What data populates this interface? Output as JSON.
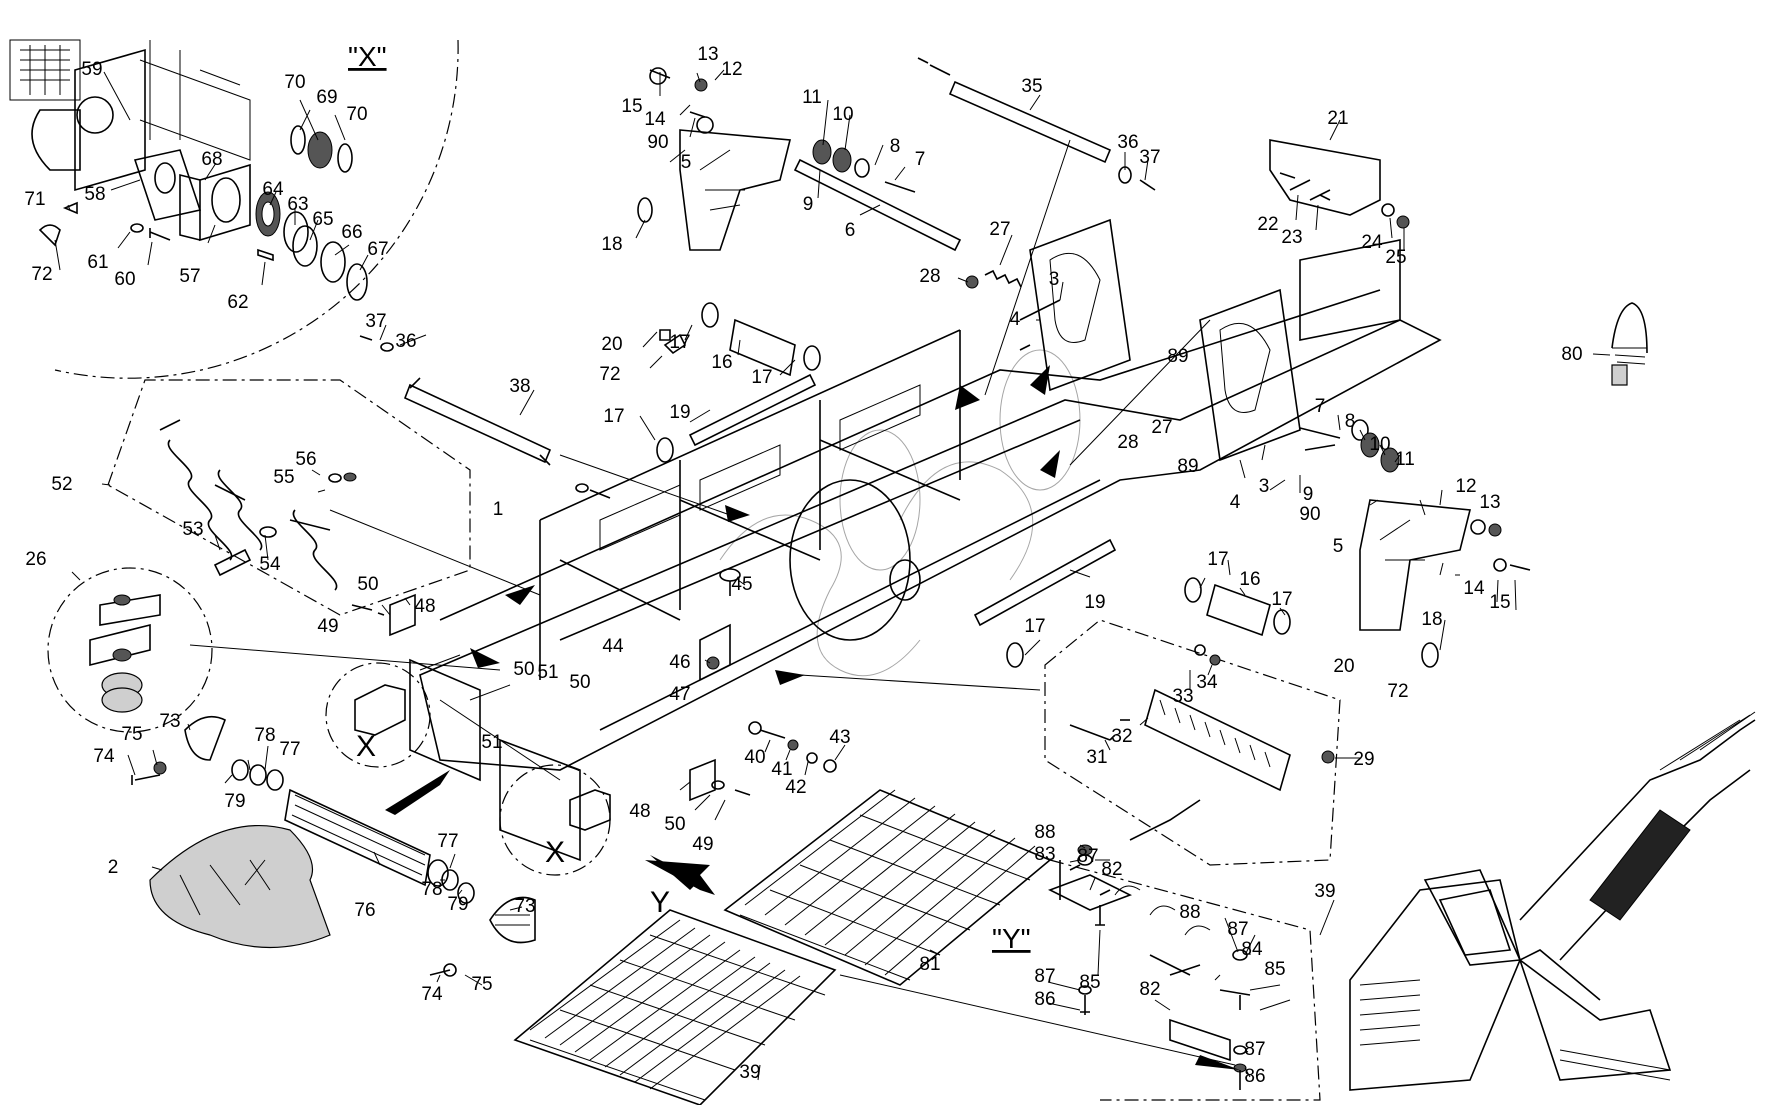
{
  "view_titles": {
    "detail_x": "\"X\"",
    "detail_y": "\"Y\"",
    "marker_x_upper": "X",
    "marker_x_lower": "X",
    "marker_y": "Y"
  },
  "callouts": [
    {
      "id": "c59",
      "text": "59"
    },
    {
      "id": "c70a",
      "text": "70"
    },
    {
      "id": "c69",
      "text": "69"
    },
    {
      "id": "c70b",
      "text": "70"
    },
    {
      "id": "c68",
      "text": "68"
    },
    {
      "id": "c58",
      "text": "58"
    },
    {
      "id": "c64",
      "text": "64"
    },
    {
      "id": "c63",
      "text": "63"
    },
    {
      "id": "c65",
      "text": "65"
    },
    {
      "id": "c66",
      "text": "66"
    },
    {
      "id": "c67",
      "text": "67"
    },
    {
      "id": "c71",
      "text": "71"
    },
    {
      "id": "c72a",
      "text": "72"
    },
    {
      "id": "c61",
      "text": "61"
    },
    {
      "id": "c60",
      "text": "60"
    },
    {
      "id": "c57",
      "text": "57"
    },
    {
      "id": "c62",
      "text": "62"
    },
    {
      "id": "c13a",
      "text": "13"
    },
    {
      "id": "c12a",
      "text": "12"
    },
    {
      "id": "c15a",
      "text": "15"
    },
    {
      "id": "c14a",
      "text": "14"
    },
    {
      "id": "c90a",
      "text": "90"
    },
    {
      "id": "c11a",
      "text": "11"
    },
    {
      "id": "c10a",
      "text": "10"
    },
    {
      "id": "c8a",
      "text": "8"
    },
    {
      "id": "c7a",
      "text": "7"
    },
    {
      "id": "c9a",
      "text": "9"
    },
    {
      "id": "c5a",
      "text": "5"
    },
    {
      "id": "c6",
      "text": "6"
    },
    {
      "id": "c18a",
      "text": "18"
    },
    {
      "id": "c35",
      "text": "35"
    },
    {
      "id": "c36a",
      "text": "36"
    },
    {
      "id": "c37a",
      "text": "37"
    },
    {
      "id": "c21",
      "text": "21"
    },
    {
      "id": "c22",
      "text": "22"
    },
    {
      "id": "c23",
      "text": "23"
    },
    {
      "id": "c24",
      "text": "24"
    },
    {
      "id": "c25",
      "text": "25"
    },
    {
      "id": "c27a",
      "text": "27"
    },
    {
      "id": "c28a",
      "text": "28"
    },
    {
      "id": "c3a",
      "text": "3"
    },
    {
      "id": "c4a",
      "text": "4"
    },
    {
      "id": "c89a",
      "text": "89"
    },
    {
      "id": "c27b",
      "text": "27"
    },
    {
      "id": "c28b",
      "text": "28"
    },
    {
      "id": "c89b",
      "text": "89"
    },
    {
      "id": "c80",
      "text": "80"
    },
    {
      "id": "c37b",
      "text": "37"
    },
    {
      "id": "c36b",
      "text": "36"
    },
    {
      "id": "c38",
      "text": "38"
    },
    {
      "id": "c20a",
      "text": "20"
    },
    {
      "id": "c17a",
      "text": "17"
    },
    {
      "id": "c16a",
      "text": "16"
    },
    {
      "id": "c17b",
      "text": "17"
    },
    {
      "id": "c72b",
      "text": "72"
    },
    {
      "id": "c17c",
      "text": "17"
    },
    {
      "id": "c19a",
      "text": "19"
    },
    {
      "id": "c7b",
      "text": "7"
    },
    {
      "id": "c8b",
      "text": "8"
    },
    {
      "id": "c10b",
      "text": "10"
    },
    {
      "id": "c11b",
      "text": "11"
    },
    {
      "id": "c9b",
      "text": "9"
    },
    {
      "id": "c4b",
      "text": "4"
    },
    {
      "id": "c3b",
      "text": "3"
    },
    {
      "id": "c12b",
      "text": "12"
    },
    {
      "id": "c13b",
      "text": "13"
    },
    {
      "id": "c90b",
      "text": "90"
    },
    {
      "id": "c5b",
      "text": "5"
    },
    {
      "id": "c14b",
      "text": "14"
    },
    {
      "id": "c15b",
      "text": "15"
    },
    {
      "id": "c52",
      "text": "52"
    },
    {
      "id": "c56",
      "text": "56"
    },
    {
      "id": "c55",
      "text": "55"
    },
    {
      "id": "c53",
      "text": "53"
    },
    {
      "id": "c54",
      "text": "54"
    },
    {
      "id": "c1",
      "text": "1"
    },
    {
      "id": "c26",
      "text": "26"
    },
    {
      "id": "c50a",
      "text": "50"
    },
    {
      "id": "c48a",
      "text": "48"
    },
    {
      "id": "c49a",
      "text": "49"
    },
    {
      "id": "c45",
      "text": "45"
    },
    {
      "id": "c17d",
      "text": "17"
    },
    {
      "id": "c16b",
      "text": "16"
    },
    {
      "id": "c17e",
      "text": "17"
    },
    {
      "id": "c19b",
      "text": "19"
    },
    {
      "id": "c17f",
      "text": "17"
    },
    {
      "id": "c18b",
      "text": "18"
    },
    {
      "id": "c20b",
      "text": "20"
    },
    {
      "id": "c72c",
      "text": "72"
    },
    {
      "id": "c44",
      "text": "44"
    },
    {
      "id": "c46",
      "text": "46"
    },
    {
      "id": "c47",
      "text": "47"
    },
    {
      "id": "c50b",
      "text": "50"
    },
    {
      "id": "c51a",
      "text": "51"
    },
    {
      "id": "c50c",
      "text": "50"
    },
    {
      "id": "c51b",
      "text": "51"
    },
    {
      "id": "c33",
      "text": "33"
    },
    {
      "id": "c34",
      "text": "34"
    },
    {
      "id": "c32",
      "text": "32"
    },
    {
      "id": "c31",
      "text": "31"
    },
    {
      "id": "c29",
      "text": "29"
    },
    {
      "id": "c40",
      "text": "40"
    },
    {
      "id": "c41",
      "text": "41"
    },
    {
      "id": "c43",
      "text": "43"
    },
    {
      "id": "c42",
      "text": "42"
    },
    {
      "id": "c48b",
      "text": "48"
    },
    {
      "id": "c50d",
      "text": "50"
    },
    {
      "id": "c49b",
      "text": "49"
    },
    {
      "id": "c73a",
      "text": "73"
    },
    {
      "id": "c74a",
      "text": "74"
    },
    {
      "id": "c75a",
      "text": "75"
    },
    {
      "id": "c78a",
      "text": "78"
    },
    {
      "id": "c77a",
      "text": "77"
    },
    {
      "id": "c79a",
      "text": "79"
    },
    {
      "id": "c2",
      "text": "2"
    },
    {
      "id": "c76",
      "text": "76"
    },
    {
      "id": "c77b",
      "text": "77"
    },
    {
      "id": "c78b",
      "text": "78"
    },
    {
      "id": "c79b",
      "text": "79"
    },
    {
      "id": "c73b",
      "text": "73"
    },
    {
      "id": "c74b",
      "text": "74"
    },
    {
      "id": "c75b",
      "text": "75"
    },
    {
      "id": "c88a",
      "text": "88"
    },
    {
      "id": "c83",
      "text": "83"
    },
    {
      "id": "c87a",
      "text": "87"
    },
    {
      "id": "c82a",
      "text": "82"
    },
    {
      "id": "c39a",
      "text": "39"
    },
    {
      "id": "c88b",
      "text": "88"
    },
    {
      "id": "c87b",
      "text": "87"
    },
    {
      "id": "c84",
      "text": "84"
    },
    {
      "id": "c81",
      "text": "81"
    },
    {
      "id": "c85a",
      "text": "85"
    },
    {
      "id": "c85b",
      "text": "85"
    },
    {
      "id": "c87c",
      "text": "87"
    },
    {
      "id": "c86a",
      "text": "86"
    },
    {
      "id": "c82b",
      "text": "82"
    },
    {
      "id": "c87d",
      "text": "87"
    },
    {
      "id": "c86b",
      "text": "86"
    },
    {
      "id": "c39b",
      "text": "39"
    }
  ]
}
